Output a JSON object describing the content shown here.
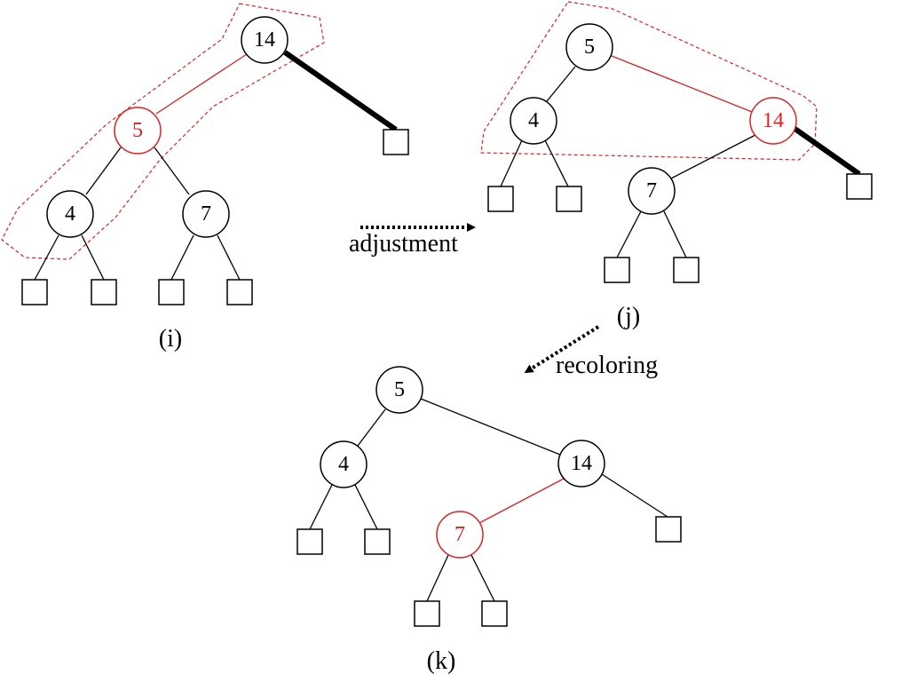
{
  "colors": {
    "black": "#000000",
    "red": "#e02020"
  },
  "labels": {
    "i": "(i)",
    "j": "(j)",
    "k": "(k)"
  },
  "arrows": {
    "adjustment": "adjustment",
    "recoloring": "recoloring"
  },
  "tree_i": {
    "node_14": "14",
    "node_5": "5",
    "node_4": "4",
    "node_7": "7"
  },
  "tree_j": {
    "node_5": "5",
    "node_4": "4",
    "node_14": "14",
    "node_7": "7"
  },
  "tree_k": {
    "node_5": "5",
    "node_4": "4",
    "node_14": "14",
    "node_7": "7"
  }
}
